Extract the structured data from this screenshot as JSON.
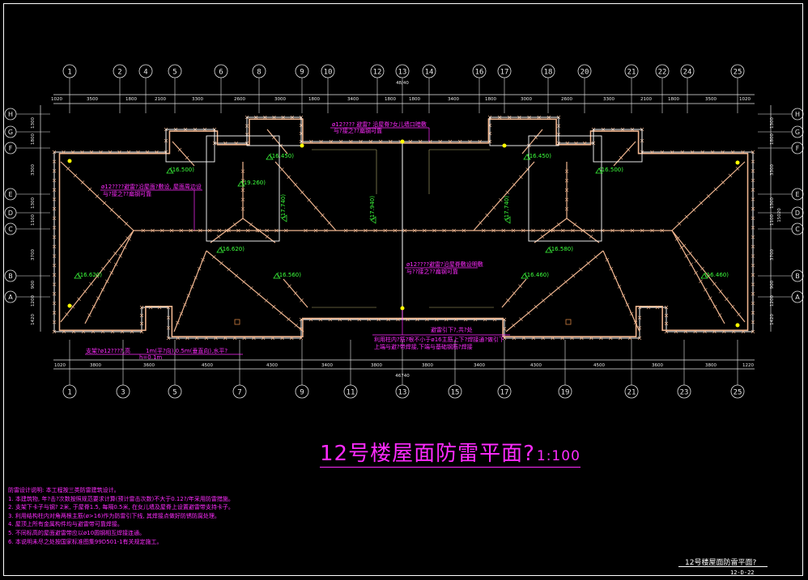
{
  "drawing": {
    "title": "12号楼屋面防雷平面?",
    "scale": "1:100",
    "corner_title": "12号楼屋面防雷平面?",
    "drawing_code": "12-D-22",
    "overall_top": "48/40",
    "overall_bottom": "46740"
  },
  "axes_top": [
    "1",
    "2",
    "4",
    "5",
    "6",
    "8",
    "9",
    "10",
    "12",
    "13",
    "14",
    "16",
    "17",
    "18",
    "20",
    "21",
    "22",
    "24",
    "25"
  ],
  "axes_bottom": [
    "1",
    "3",
    "5",
    "7",
    "9",
    "11",
    "13",
    "15",
    "17",
    "19",
    "21",
    "23",
    "25"
  ],
  "axes_left": [
    "H",
    "G",
    "F",
    "E",
    "D",
    "C",
    "B",
    "A"
  ],
  "dims_top": [
    "1020",
    "3500",
    "1800",
    "2100",
    "3300",
    "2600",
    "3000",
    "1800",
    "3400",
    "1800",
    "1800",
    "3400",
    "1800",
    "3000",
    "2600",
    "3300",
    "2100",
    "1800",
    "3500",
    "1020"
  ],
  "dims_bottom": [
    "1020",
    "3800",
    "3600",
    "4500",
    "4300",
    "3400",
    "3800",
    "3800",
    "3400",
    "4300",
    "4500",
    "3600",
    "3800",
    "1220"
  ],
  "dims_left": [
    "1300",
    "1800",
    "3300",
    "1300",
    "1100",
    "3700",
    "900",
    "1200",
    "1420"
  ],
  "dims_left_total": "15020",
  "elevations": [
    "(16.500)",
    "(19.260)",
    "(16.450)",
    "(17.740)",
    "(17.940)",
    "(17.740)",
    "(16.450)",
    "(16.500)",
    "(16.620)",
    "(16.560)",
    "(16.580)",
    "(16.460)",
    "(16.460)",
    "(16.620)"
  ],
  "annotations": {
    "a1_l1": "ø12???? 避雷? 沿屋脊?女儿墙口暗敷",
    "a1_l2": "与?接之??扁钢可靠",
    "a2_l1": "ø12????避雷?沿屋面?敷设, 屋面周边设",
    "a2_l2": "与?接之??扁钢可靠",
    "a3_l1": "ø12????避雷?沿屋脊敷设明敷",
    "a3_l2": "与??接之??扁钢可靠",
    "a4_l1": "避雷引下?,共?处",
    "a4_l2": "利用柱内?筋?根不小于ø16主筋上下?焊接通?做引下",
    "a4_l3": "上端与避?带焊接,下端与基础钢筋?焊接",
    "a5_l1": "支架?ø12????,高",
    "a5_l2": "1m(平?向),0.5m(垂直向),水平?",
    "a5_l3": "h=0.1m"
  },
  "notes": [
    "防雷设计说明: 本工程按三类防雷建筑设计。",
    "1. 本建筑物, 年?击?次数按照规范要求计算(预计雷击次数)不大于0.12?/年采用防雷措施。",
    "2. 支架下卡子与钢? 2米, 于屋脊1.5, 每隔0.5米, 在女儿墙及屋脊上设置避雷带支持卡子。",
    "3. 利用结构柱内对角两根主筋(ø>16)作为防雷引下线, 其焊接点做好防锈防腐处理。",
    "4. 屋顶上所有金属构件均与避雷带可靠焊接。",
    "5. 不同标高的屋面避雷带应以ø10圆钢相互焊接连通。",
    "6. 本说明未尽之处按国家标准图集99D501-1有关规定施工。"
  ],
  "colors": {
    "background": "#000000",
    "magenta": "#ff2bff",
    "roof_outline": "#f0b690",
    "outline_white": "#ffffff",
    "green": "#3cff3c",
    "yellow": "#ffff00",
    "grid_white": "#e8e8e8"
  }
}
